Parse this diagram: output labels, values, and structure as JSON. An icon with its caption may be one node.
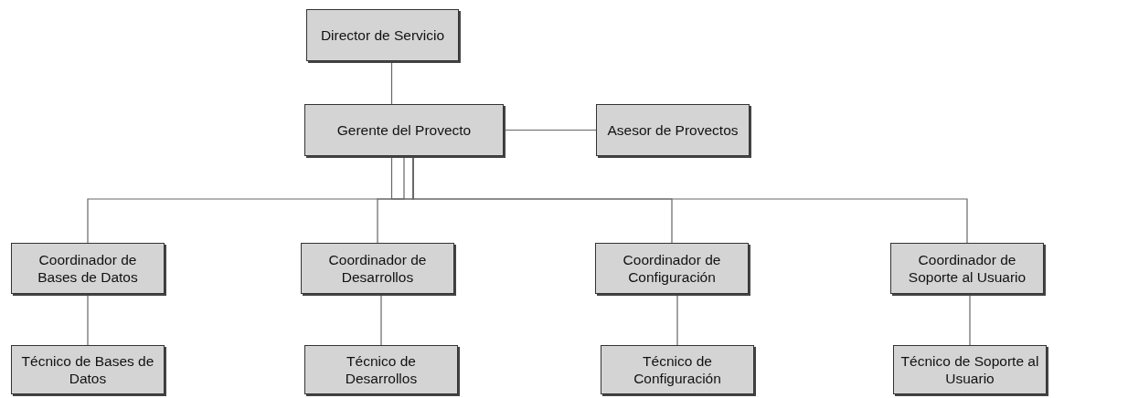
{
  "diagram": {
    "nodes": [
      {
        "text": [
          "Director de Servicio"
        ]
      },
      {
        "text": [
          "Gerente del Provecto"
        ]
      },
      {
        "text": [
          "Asesor de Provectos"
        ]
      },
      {
        "text": [
          "Coordinador de Bases de Datos"
        ]
      },
      {
        "text": [
          "Coordinador de Desarrollos"
        ]
      },
      {
        "text": [
          "Coordinador de Configuración"
        ]
      },
      {
        "text": [
          "Coordinador de Soporte al Usuario"
        ]
      },
      {
        "text": [
          "Técnico de Bases de Datos"
        ]
      },
      {
        "text": [
          "Técnico de Desarrollos"
        ]
      },
      {
        "text": [
          "Técnico de Configuración"
        ]
      },
      {
        "text": [
          "Técnico de Soporte al Usuario"
        ]
      }
    ],
    "edges": [
      {
        "from": 0,
        "to": 1,
        "arrow": "none"
      },
      {
        "from": 1,
        "to": 2,
        "arrow": "none"
      },
      {
        "from": 1,
        "to": 3,
        "arrow": "none"
      },
      {
        "from": 1,
        "to": 4,
        "arrow": "none"
      },
      {
        "from": 1,
        "to": 5,
        "arrow": "none"
      },
      {
        "from": 1,
        "to": 6,
        "arrow": "none"
      },
      {
        "from": 3,
        "to": 7,
        "arrow": "none"
      },
      {
        "from": 4,
        "to": 8,
        "arrow": "none"
      },
      {
        "from": 5,
        "to": 9,
        "arrow": "none"
      },
      {
        "from": 6,
        "to": 10,
        "arrow": "none"
      }
    ]
  }
}
